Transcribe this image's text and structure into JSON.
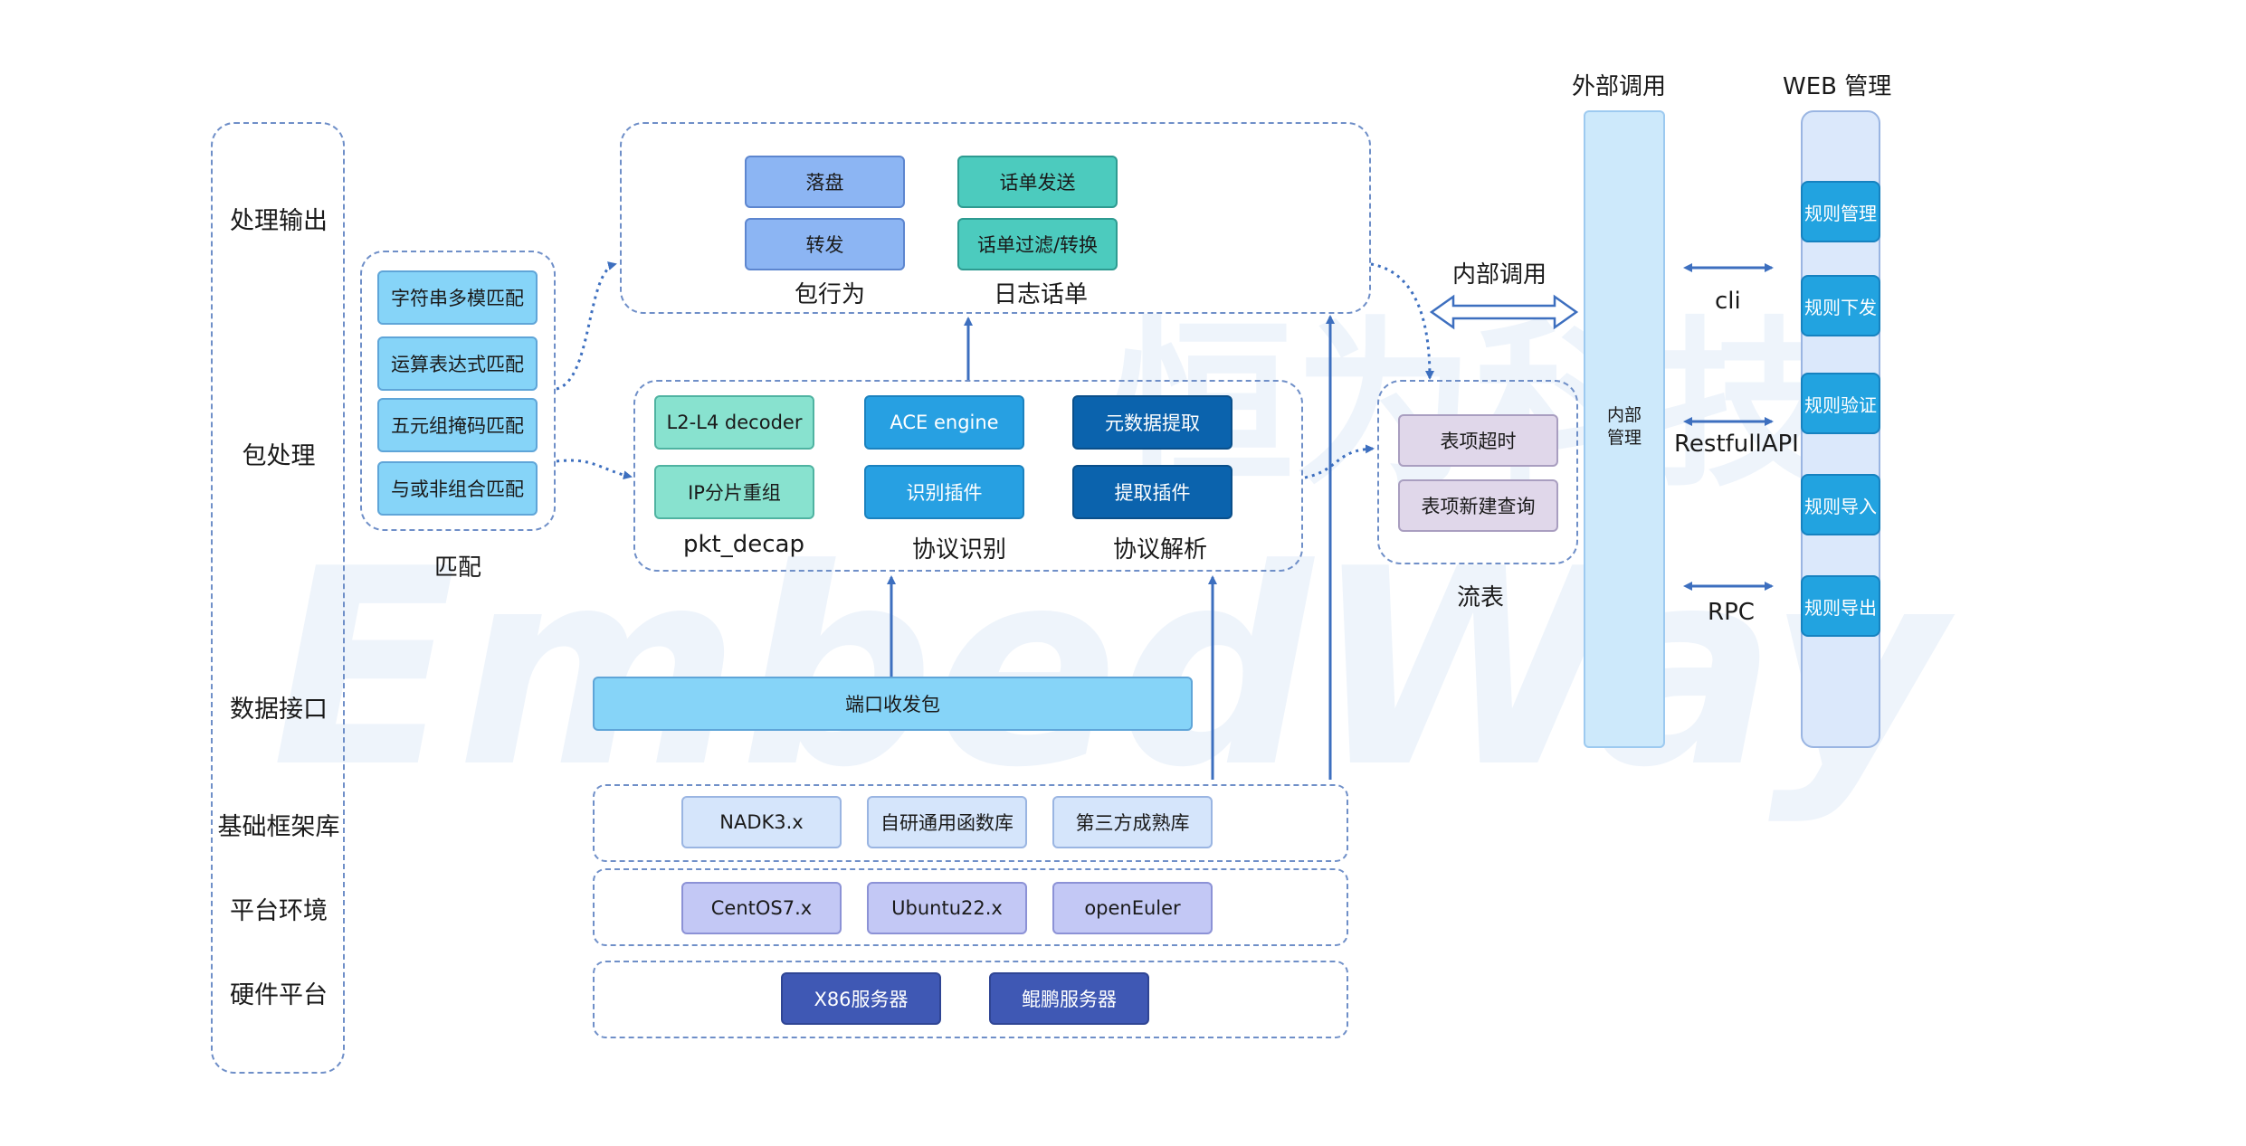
{
  "watermark": {
    "text": "EmbedWay",
    "cn": "恒为科技"
  },
  "layers": [
    "处理输出",
    "包处理",
    "数据接口",
    "基础框架库",
    "平台环境",
    "硬件平台"
  ],
  "match": {
    "items": [
      "字符串多模匹配",
      "运算表达式匹配",
      "五元组掩码匹配",
      "与或非组合匹配"
    ],
    "label": "匹配"
  },
  "output": {
    "packet_action": {
      "items": [
        "落盘",
        "转发"
      ],
      "label": "包行为"
    },
    "log": {
      "items": [
        "话单发送",
        "话单过滤/转换"
      ],
      "label": "日志话单"
    }
  },
  "processing": {
    "pkt_decap": {
      "items": [
        "L2-L4 decoder",
        "IP分片重组"
      ],
      "label": "pkt_decap"
    },
    "protocol_identify": {
      "items": [
        "ACE engine",
        "识别插件"
      ],
      "label": "协议识别"
    },
    "protocol_parse": {
      "items": [
        "元数据提取",
        "提取插件"
      ],
      "label": "协议解析"
    }
  },
  "flow_table": {
    "items": [
      "表项超时",
      "表项新建查询"
    ],
    "label": "流表"
  },
  "data_interface": {
    "label": "端口收发包"
  },
  "framework": {
    "items": [
      "NADK3.x",
      "自研通用函数库",
      "第三方成熟库"
    ]
  },
  "platform": {
    "items": [
      "CentOS7.x",
      "Ubuntu22.x",
      "openEuler"
    ]
  },
  "hardware": {
    "items": [
      "X86服务器",
      "鲲鹏服务器"
    ]
  },
  "internal_call": {
    "label": "内部调用"
  },
  "external": {
    "title": "外部调用",
    "panel": "内部\n管理"
  },
  "interfaces": [
    "cli",
    "RestfullAPI",
    "RPC"
  ],
  "web": {
    "title": "WEB 管理",
    "items": [
      "规则管理",
      "规则下发",
      "规则验证",
      "规则导入",
      "规则导出"
    ]
  },
  "colors": {
    "arrow": "#3d6fbf",
    "dash": "#6f8fc8"
  }
}
